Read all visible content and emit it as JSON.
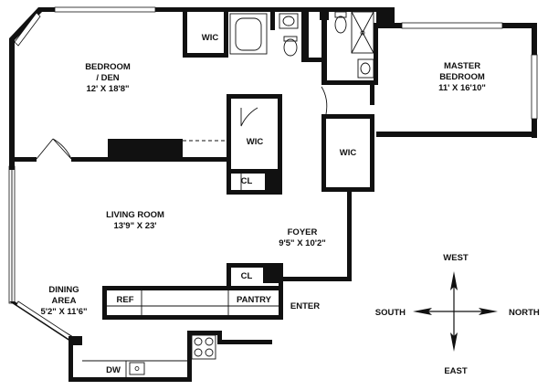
{
  "rooms": {
    "bedroom_den": {
      "line1": "BEDROOM",
      "line2": "/ DEN",
      "dims": "12' X 18'8\""
    },
    "master_bedroom": {
      "line1": "MASTER",
      "line2": "BEDROOM",
      "dims": "11' X 16'10\""
    },
    "living_room": {
      "name": "LIVING ROOM",
      "dims": "13'9\" X 23'"
    },
    "foyer": {
      "name": "FOYER",
      "dims": "9'5\" X 10'2\""
    },
    "dining_area": {
      "line1": "DINING",
      "line2": "AREA",
      "dims": "5'2\" X 11'6\""
    }
  },
  "closets": {
    "wic_top": "WIC",
    "wic_middle": "WIC",
    "wic_right": "WIC",
    "cl_upper": "CL",
    "cl_lower": "CL"
  },
  "fixtures": {
    "ref": "REF",
    "pantry": "PANTRY",
    "dw": "DW"
  },
  "entry": "ENTER",
  "compass": {
    "north": "NORTH",
    "south": "SOUTH",
    "east": "EAST",
    "west": "WEST"
  }
}
